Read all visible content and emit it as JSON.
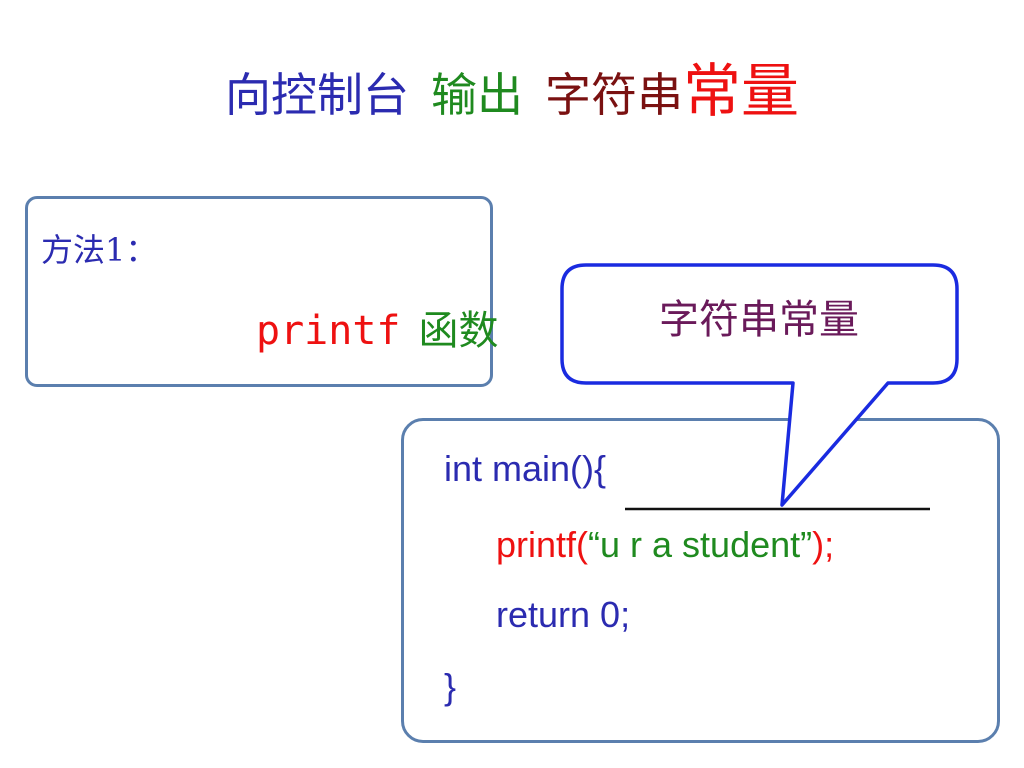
{
  "title": {
    "part1": "向控制台",
    "part2": "输出",
    "part3": "字符串",
    "part4": "常量",
    "colors": {
      "part1": "#2b2bb0",
      "part2": "#1f8a1f",
      "part3": "#7a1111",
      "part4": "#ee1111"
    }
  },
  "method_box": {
    "label": "方法1：",
    "printf_keyword": "printf",
    "printf_suffix": "函数"
  },
  "callout": {
    "text": "字符串常量",
    "border_color": "#1a2be0"
  },
  "code": {
    "line1": "int main(){",
    "line2_prefix": "printf(",
    "line2_string": "“u r a student”",
    "line2_suffix": ");",
    "line3": "return 0;",
    "line4": "}"
  }
}
